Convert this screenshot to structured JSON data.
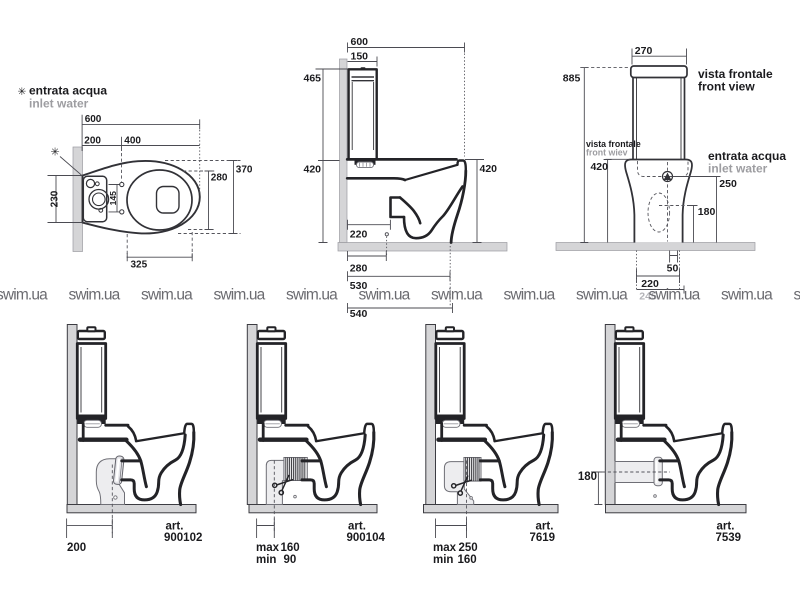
{
  "colors": {
    "paper": "#ffffff",
    "ink_heavy": "#232327",
    "ink_medium": "#323237",
    "dim_line": "#4b4b52",
    "label_text": "#1b1b1e",
    "label_gray": "#9d9da1",
    "wall_fill": "#d5d5d7",
    "fitting_fill": "#ededef",
    "watermark": "#6e6e72",
    "faded_dim": "#b4b4b8"
  },
  "legend": {
    "asterisk": "✳",
    "label_it": "entrata acqua",
    "label_en": "inlet water"
  },
  "plan_view": {
    "dims": {
      "depth_total": "600",
      "depth_rear": "200",
      "depth_front": "400",
      "width_total": "370",
      "seat_width": "280",
      "tank_width": "230",
      "holes_gap": "145",
      "seat_length": "325"
    }
  },
  "side_view": {
    "dims": {
      "depth_total": "600",
      "tank_depth": "150",
      "height_upper": "465",
      "height_seat_rear": "420",
      "height_seat_front": "420",
      "fixing_offset": "220",
      "fixing_offset_floor": "280",
      "outlet_offset": "530",
      "outlet_offset_outer": "540"
    }
  },
  "front_view": {
    "caption_it": "vista frontale",
    "caption_en": "front view",
    "subcaption_it": "vista frontale",
    "subcaption_en": "front wiev",
    "inlet_it": "entrata acqua",
    "inlet_en": "inlet water",
    "dims": {
      "tank_width": "270",
      "height_total": "885",
      "height_seat": "420",
      "inlet_height": "250",
      "outlet_height": "180",
      "outlet_offset": "50",
      "base_width": "220",
      "base_width_outer": "245"
    }
  },
  "variants": [
    {
      "art_label": "art.",
      "code": "900102",
      "dim": "200"
    },
    {
      "art_label": "art.",
      "code": "900104",
      "max_label": "max",
      "max_value": "160",
      "min_label": "min",
      "min_value": "90"
    },
    {
      "art_label": "art.",
      "code": "7619",
      "max_label": "max",
      "max_value": "250",
      "min_label": "min",
      "min_value": "160"
    },
    {
      "art_label": "art.",
      "code": "7539",
      "dim": "180"
    }
  ],
  "watermark": {
    "text": "swim.ua"
  },
  "icons": {
    "scissors": "✂",
    "asterisk": "✳",
    "inlet_triangle": "triangle-up"
  }
}
